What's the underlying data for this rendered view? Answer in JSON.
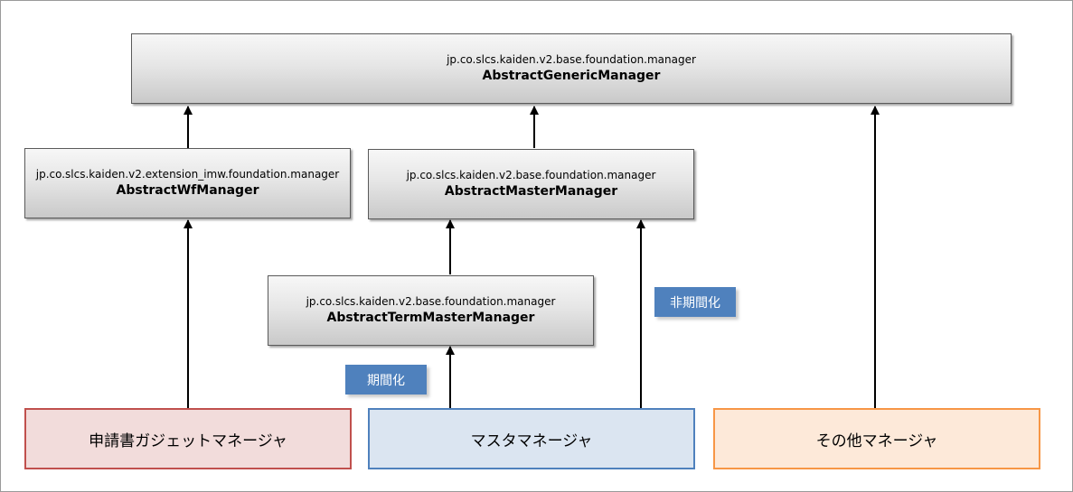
{
  "generic": {
    "package": "jp.co.slcs.kaiden.v2.base.foundation.manager",
    "class": "AbstractGenericManager"
  },
  "wf": {
    "package": "jp.co.slcs.kaiden.v2.extension_imw.foundation.manager",
    "class": "AbstractWfManager"
  },
  "master": {
    "package": "jp.co.slcs.kaiden.v2.base.foundation.manager",
    "class": "AbstractMasterManager"
  },
  "term_master": {
    "package": "jp.co.slcs.kaiden.v2.base.foundation.manager",
    "class": "AbstractTermMasterManager"
  },
  "labels": {
    "periodization": "期間化",
    "non_periodization": "非期間化"
  },
  "roles": {
    "application_gadget": "申請書ガジェットマネージャ",
    "master": "マスタマネージャ",
    "other": "その他マネージャ"
  },
  "colors": {
    "application_border": "#c0504d",
    "application_fill": "#f2dcdb",
    "master_border": "#4f81bd",
    "master_fill": "#dbe5f1",
    "other_border": "#f79646",
    "other_fill": "#fde9d9",
    "tag_fill": "#4f81bd"
  }
}
